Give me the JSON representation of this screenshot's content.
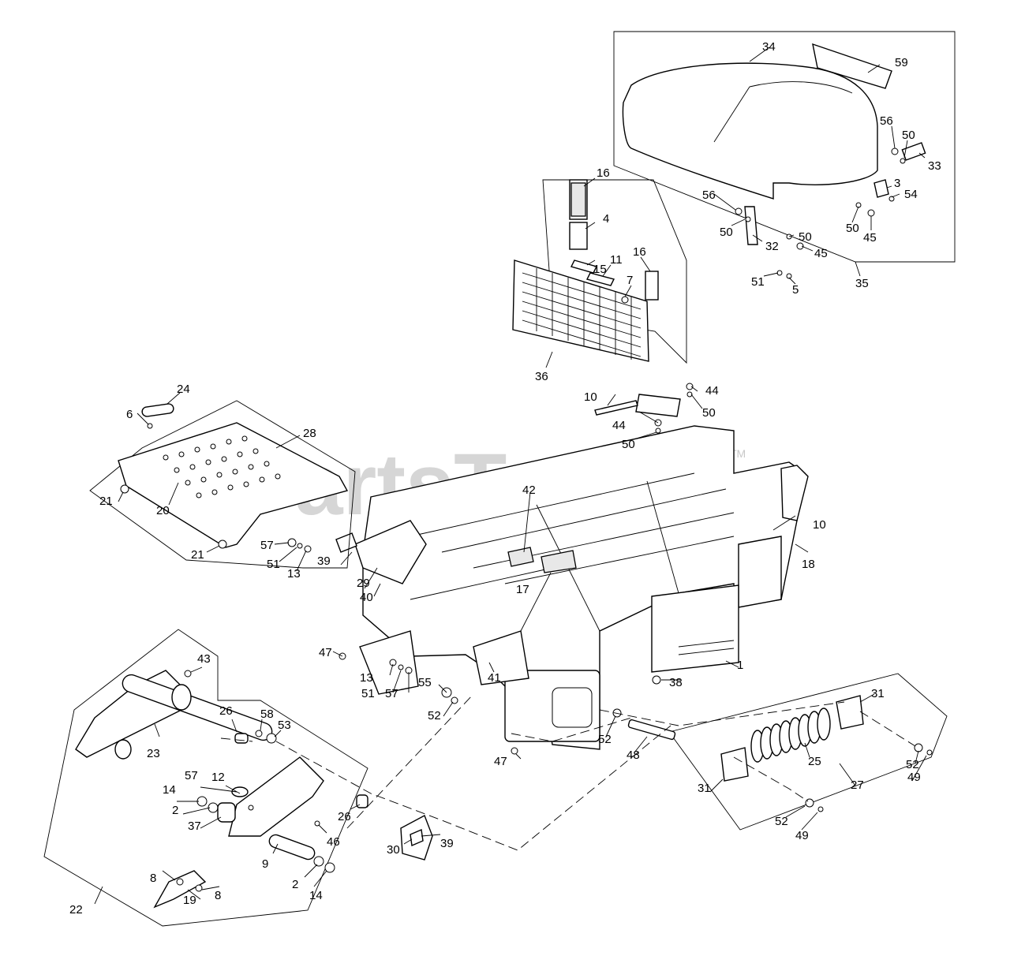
{
  "watermark": {
    "brand": "PartsTree",
    "trademark": "TM"
  },
  "callouts": {
    "c34": "34",
    "c59": "59",
    "c56a": "56",
    "c50a": "50",
    "c33": "33",
    "c3": "3",
    "c54": "54",
    "c56b": "56",
    "c50b": "50",
    "c32": "32",
    "c50c": "50",
    "c50d": "50",
    "c45a": "45",
    "c45b": "45",
    "c51a": "51",
    "c5": "5",
    "c35": "35",
    "c16a": "16",
    "c4": "4",
    "c15": "15",
    "c11": "11",
    "c16b": "16",
    "c7": "7",
    "c36": "36",
    "c44a": "44",
    "c10a": "10",
    "c44b": "44",
    "c50e": "50",
    "c50f": "50",
    "c24": "24",
    "c6": "6",
    "c28": "28",
    "c20": "20",
    "c21a": "21",
    "c21b": "21",
    "c57a": "57",
    "c51b": "51",
    "c13a": "13",
    "c39a": "39",
    "c29": "29",
    "c40": "40",
    "c42": "42",
    "c17": "17",
    "c10b": "10",
    "c18": "18",
    "c1": "1",
    "c38": "38",
    "c47a": "47",
    "c13b": "13",
    "c51c": "51",
    "c57b": "57",
    "c41": "41",
    "c55": "55",
    "c52a": "52",
    "c43": "43",
    "c26a": "26",
    "c58": "58",
    "c53": "53",
    "c23": "23",
    "c57c": "57",
    "c12": "12",
    "c14a": "14",
    "c2a": "2",
    "c37": "37",
    "c26b": "26",
    "c46": "46",
    "c9": "9",
    "c2b": "2",
    "c14b": "14",
    "c8a": "8",
    "c8b": "8",
    "c19": "19",
    "c22": "22",
    "c30": "30",
    "c39b": "39",
    "c47b": "47",
    "c52b": "52",
    "c48": "48",
    "c31a": "31",
    "c25": "25",
    "c31b": "31",
    "c52c": "52",
    "c49a": "49",
    "c27": "27",
    "c52d": "52",
    "c49b": "49"
  },
  "colors": {
    "ink": "#000000",
    "watermark": "#c8c8c8",
    "paper": "#ffffff"
  }
}
